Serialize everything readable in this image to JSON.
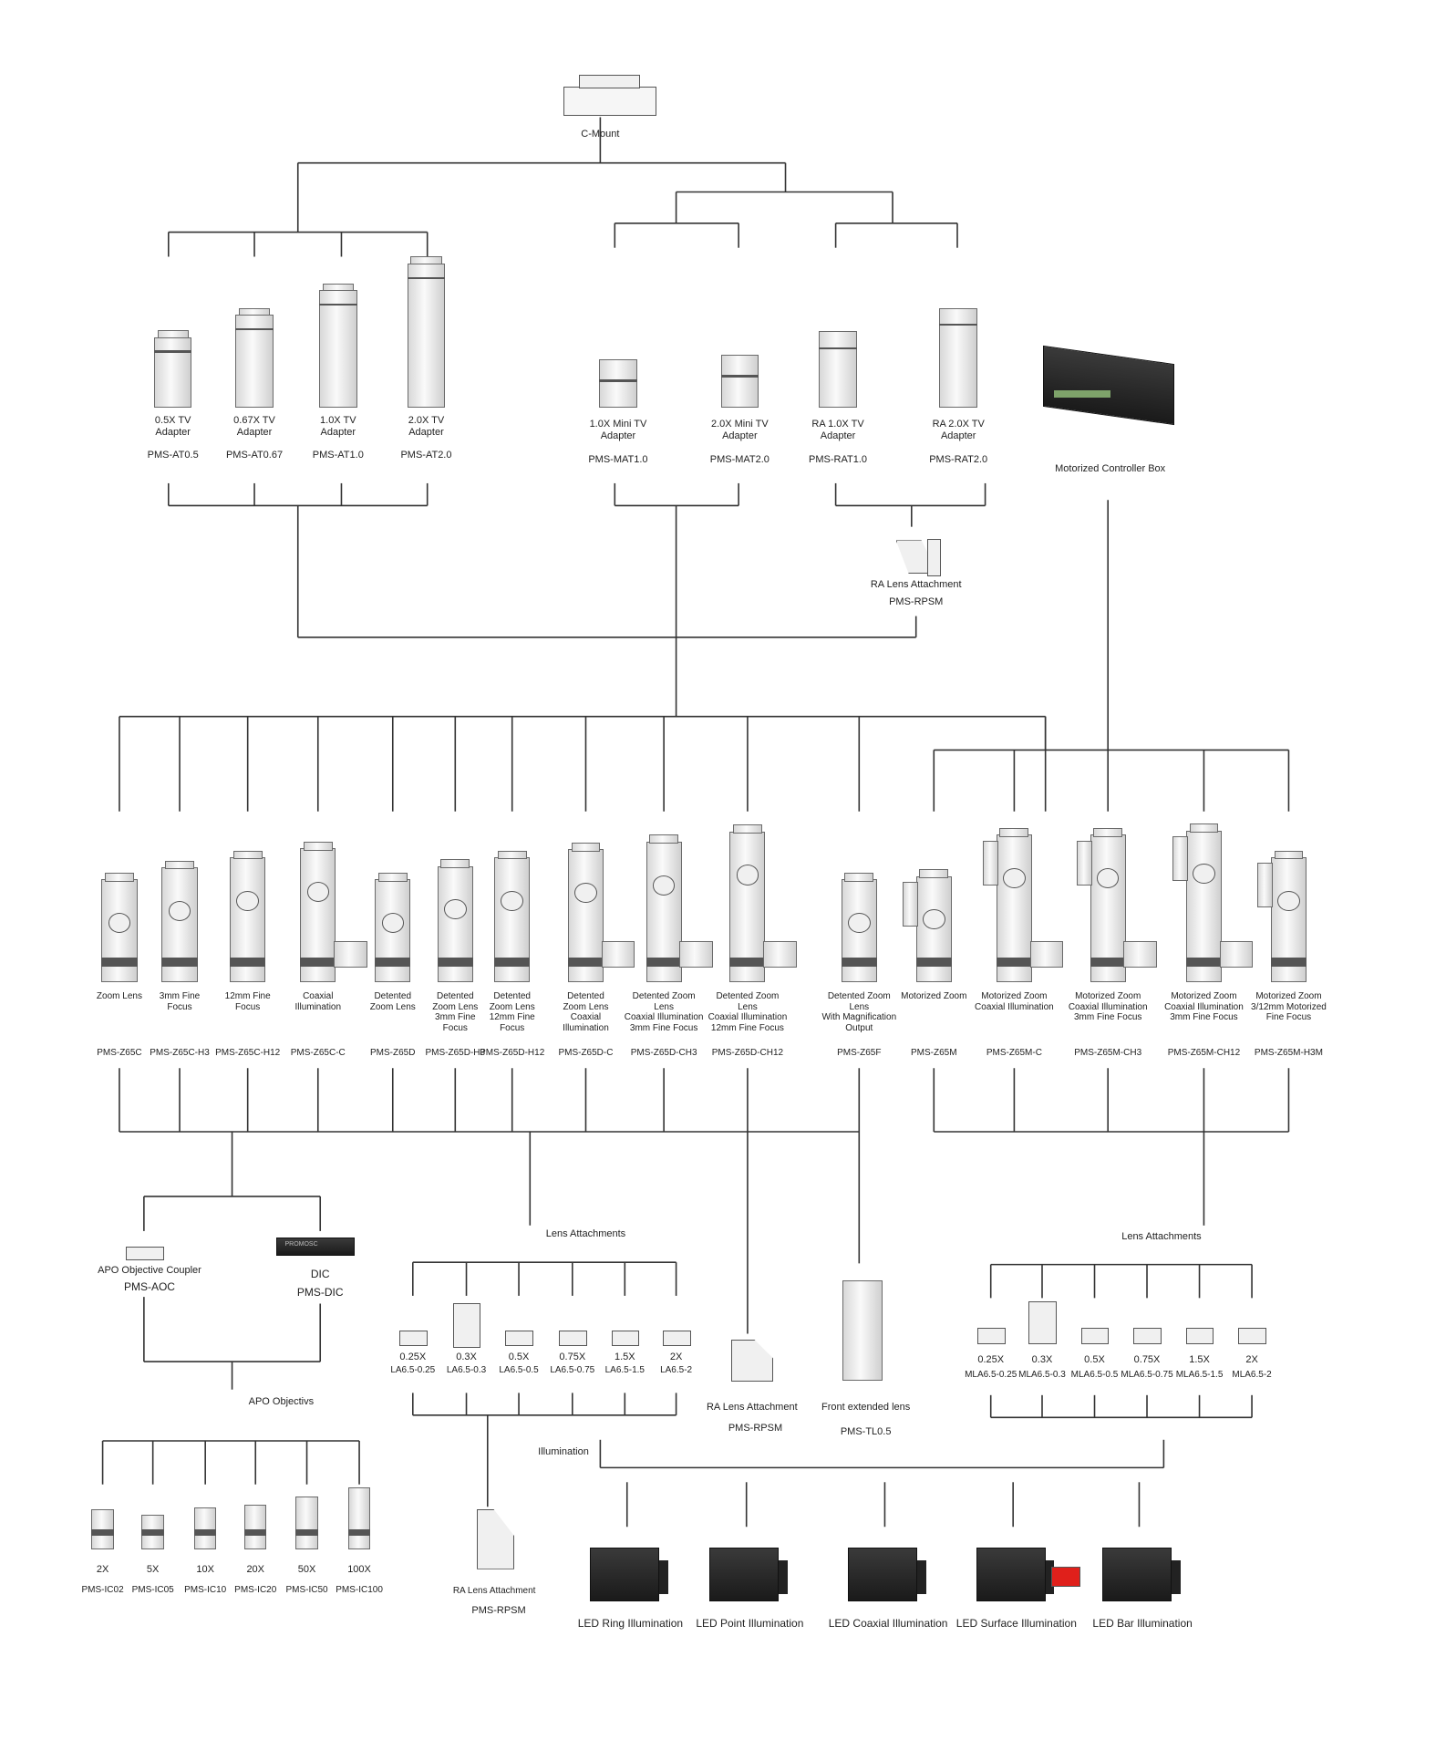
{
  "top": {
    "label": "C-Mount"
  },
  "tv_adapters": [
    {
      "name": "0.5X TV\nAdapter",
      "code": "PMS-AT0.5"
    },
    {
      "name": "0.67X TV\nAdapter",
      "code": "PMS-AT0.67"
    },
    {
      "name": "1.0X TV\nAdapter",
      "code": "PMS-AT1.0"
    },
    {
      "name": "2.0X TV\nAdapter",
      "code": "PMS-AT2.0"
    }
  ],
  "mini_tv": [
    {
      "name": "1.0X Mini TV\nAdapter",
      "code": "PMS-MAT1.0"
    },
    {
      "name": "2.0X Mini TV\nAdapter",
      "code": "PMS-MAT2.0"
    }
  ],
  "ra_tv": [
    {
      "name": "RA 1.0X TV\nAdapter",
      "code": "PMS-RAT1.0"
    },
    {
      "name": "RA 2.0X TV\nAdapter",
      "code": "PMS-RAT2.0"
    }
  ],
  "controller": {
    "label": "Motorized Controller Box"
  },
  "ra_attach_top": {
    "name": "RA Lens Attachment",
    "code": "PMS-RPSM"
  },
  "zoom_lenses": [
    {
      "name": "Zoom Lens",
      "code": "PMS-Z65C"
    },
    {
      "name": "3mm Fine\nFocus",
      "code": "PMS-Z65C-H3"
    },
    {
      "name": "12mm Fine\nFocus",
      "code": "PMS-Z65C-H12"
    },
    {
      "name": "Coaxial\nIllumination",
      "code": "PMS-Z65C-C"
    },
    {
      "name": "Detented\nZoom Lens",
      "code": "PMS-Z65D"
    },
    {
      "name": "Detented\nZoom Lens\n3mm Fine\nFocus",
      "code": "PMS-Z65D-H3"
    },
    {
      "name": "Detented\nZoom Lens\n12mm Fine\nFocus",
      "code": "PMS-Z65D-H12"
    },
    {
      "name": "Detented\nZoom Lens\nCoaxial\nIllumination",
      "code": "PMS-Z65D-C"
    },
    {
      "name": "Detented Zoom\nLens\nCoaxial Illumination\n3mm Fine Focus",
      "code": "PMS-Z65D-CH3"
    },
    {
      "name": "Detented Zoom\nLens\nCoaxial Illumination\n12mm Fine Focus",
      "code": "PMS-Z65D-CH12"
    },
    {
      "name": "Detented Zoom\nLens\nWith Magnification\nOutput",
      "code": "PMS-Z65F"
    },
    {
      "name": "Motorized Zoom",
      "code": "PMS-Z65M"
    },
    {
      "name": "Motorized Zoom\nCoaxial Illumination",
      "code": "PMS-Z65M-C"
    },
    {
      "name": "Motorized Zoom\nCoaxial Illumination\n3mm Fine Focus",
      "code": "PMS-Z65M-CH3"
    },
    {
      "name": "Motorized Zoom\nCoaxial Illumination\n3mm Fine Focus",
      "code": "PMS-Z65M-CH12"
    },
    {
      "name": "Motorized Zoom\n3/12mm Motorized\nFine Focus",
      "code": "PMS-Z65M-H3M"
    }
  ],
  "apo_coupler": {
    "name": "APO Objective Coupler",
    "code": "PMS-AOC"
  },
  "dic": {
    "name": "DIC",
    "code": "PMS-DIC",
    "device_text": "PROMOSC"
  },
  "apo_objectives_label": "APO Objectivs",
  "objectives": [
    {
      "mag": "2X",
      "code": "PMS-IC02"
    },
    {
      "mag": "5X",
      "code": "PMS-IC05"
    },
    {
      "mag": "10X",
      "code": "PMS-IC10"
    },
    {
      "mag": "20X",
      "code": "PMS-IC20"
    },
    {
      "mag": "50X",
      "code": "PMS-IC50"
    },
    {
      "mag": "100X",
      "code": "PMS-IC100"
    }
  ],
  "lens_attachments_left": {
    "label": "Lens Attachments",
    "items": [
      {
        "mag": "0.25X",
        "code": "LA6.5-0.25"
      },
      {
        "mag": "0.3X",
        "code": "LA6.5-0.3"
      },
      {
        "mag": "0.5X",
        "code": "LA6.5-0.5"
      },
      {
        "mag": "0.75X",
        "code": "LA6.5-0.75"
      },
      {
        "mag": "1.5X",
        "code": "LA6.5-1.5"
      },
      {
        "mag": "2X",
        "code": "LA6.5-2"
      }
    ]
  },
  "lens_attachments_right": {
    "label": "Lens Attachments",
    "items": [
      {
        "mag": "0.25X",
        "code": "MLA6.5-0.25"
      },
      {
        "mag": "0.3X",
        "code": "MLA6.5-0.3"
      },
      {
        "mag": "0.5X",
        "code": "MLA6.5-0.5"
      },
      {
        "mag": "0.75X",
        "code": "MLA6.5-0.75"
      },
      {
        "mag": "1.5X",
        "code": "MLA6.5-1.5"
      },
      {
        "mag": "2X",
        "code": "MLA6.5-2"
      }
    ]
  },
  "ra_attach_mid": {
    "name": "RA Lens Attachment",
    "code": "PMS-RPSM"
  },
  "front_ext": {
    "name": "Front extended lens",
    "code": "PMS-TL0.5"
  },
  "ra_attach_bottom": {
    "name": "RA Lens Attachment",
    "code": "PMS-RPSM"
  },
  "illumination": {
    "label": "Illumination",
    "items": [
      "LED Ring Illumination",
      "LED Point Illumination",
      "LED Coaxial Illumination",
      "LED Surface Illumination",
      "LED Bar Illumination"
    ]
  }
}
